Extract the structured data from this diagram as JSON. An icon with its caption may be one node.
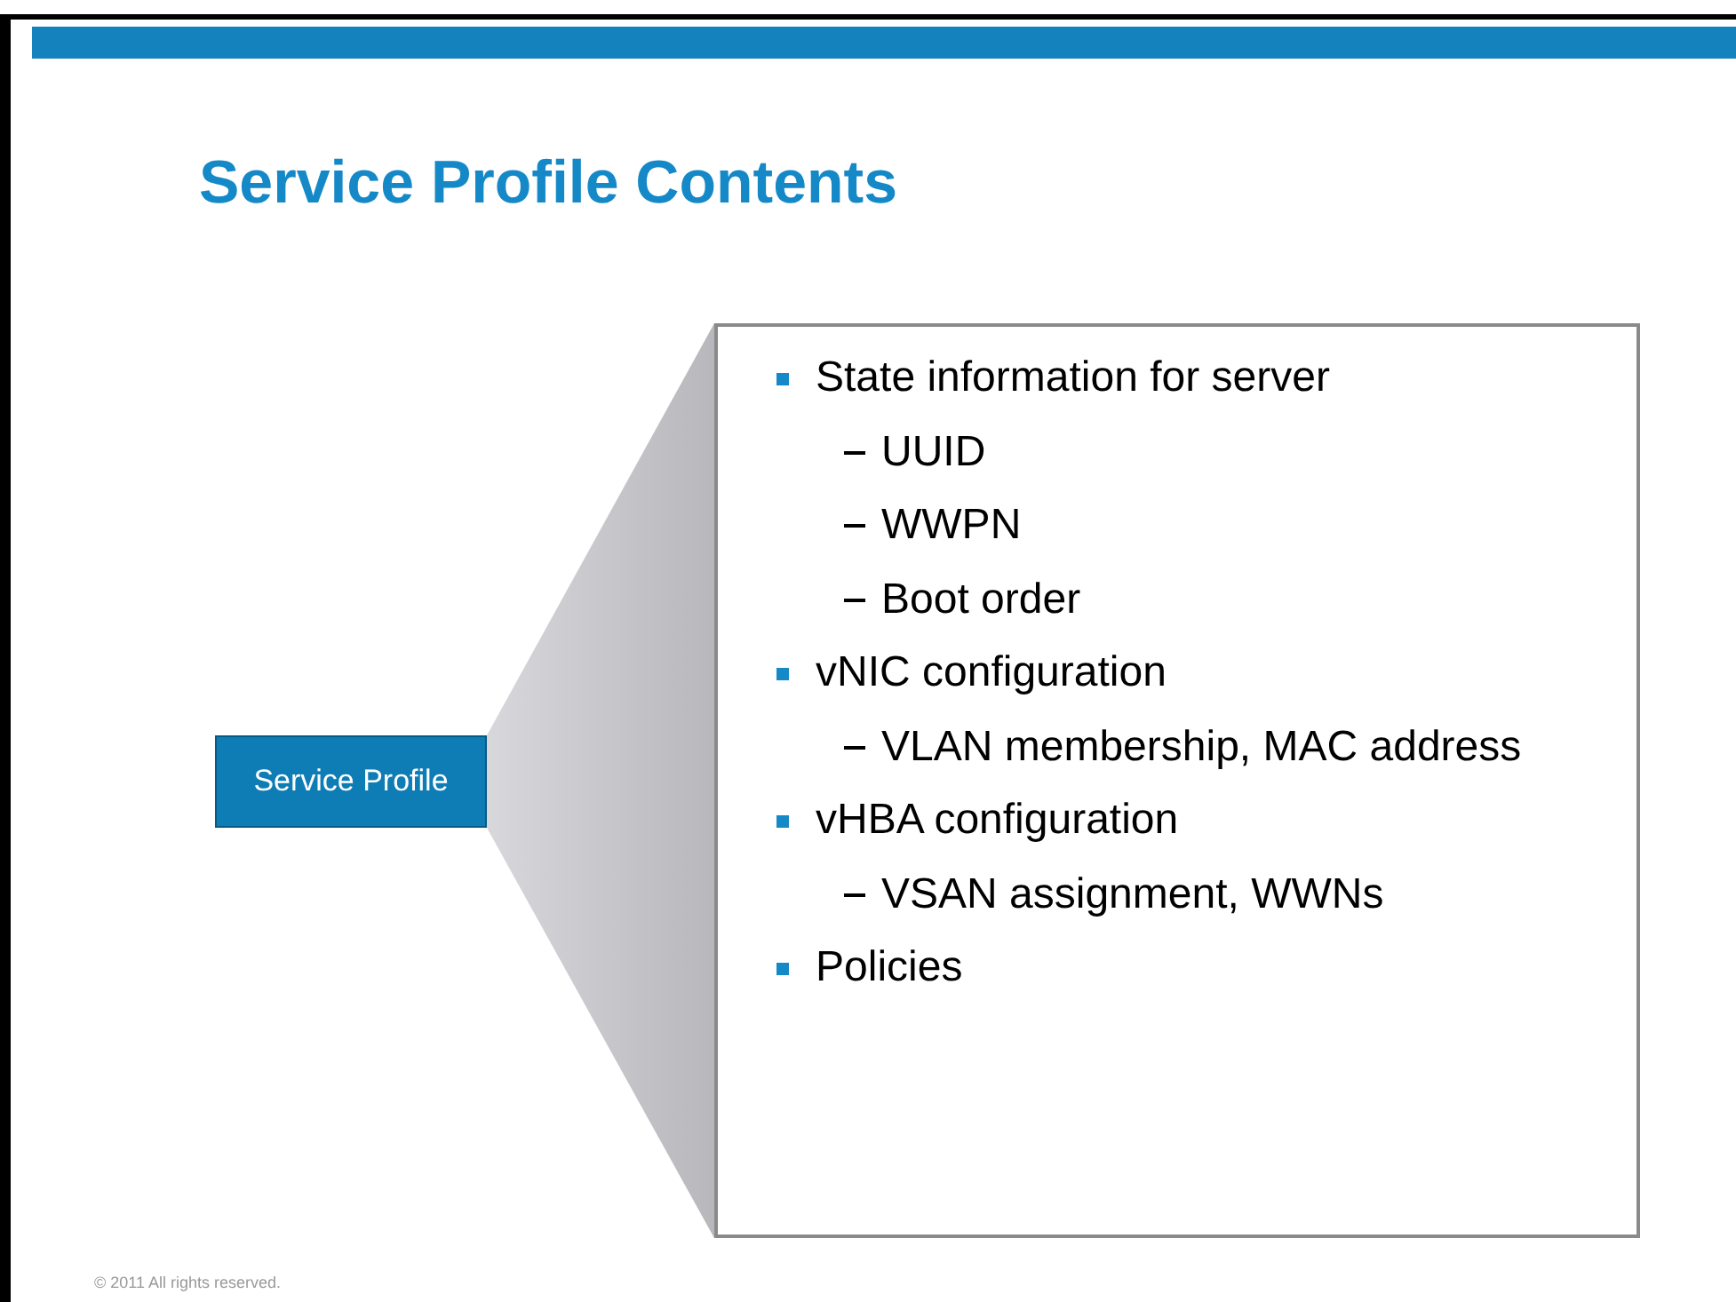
{
  "diagram": {
    "title": "Service Profile Contents",
    "nodes": [
      {
        "text": [
          "Service Profile"
        ]
      },
      {
        "text": [
          "State information for server",
          "UUID",
          "WWPN",
          "Boot order",
          "vNIC configuration",
          "VLAN membership, MAC address",
          "vHBA configuration",
          "VSAN assignment, WWNs",
          "Policies"
        ]
      }
    ],
    "edges": [
      {
        "from": 0,
        "to": 1,
        "arrow": "none"
      }
    ],
    "labels": [
      "© 2011 All rights reserved."
    ]
  }
}
